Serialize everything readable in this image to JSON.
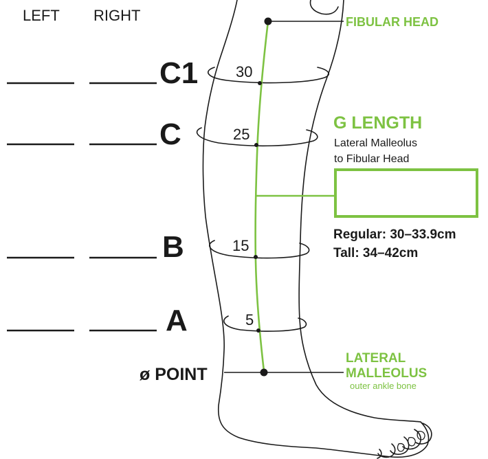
{
  "columns": {
    "left": "LEFT",
    "right": "RIGHT"
  },
  "levels": [
    {
      "label": "C1",
      "cm": "30"
    },
    {
      "label": "C",
      "cm": "25"
    },
    {
      "label": "B",
      "cm": "15"
    },
    {
      "label": "A",
      "cm": "5"
    }
  ],
  "zero_point": "ø POINT",
  "fibular_head": "FIBULAR HEAD",
  "g_length": {
    "title": "G LENGTH",
    "line1": "Lateral Malleolus",
    "line2": "to Fibular Head"
  },
  "sizes": {
    "regular": "Regular: 30–33.9cm",
    "tall": "Tall: 34–42cm"
  },
  "lateral_malleolus": {
    "line1": "LATERAL",
    "line2": "MALLEOLUS",
    "note": "outer ankle bone"
  },
  "colors": {
    "accent": "#7dc242",
    "ink": "#1a1a1a"
  }
}
